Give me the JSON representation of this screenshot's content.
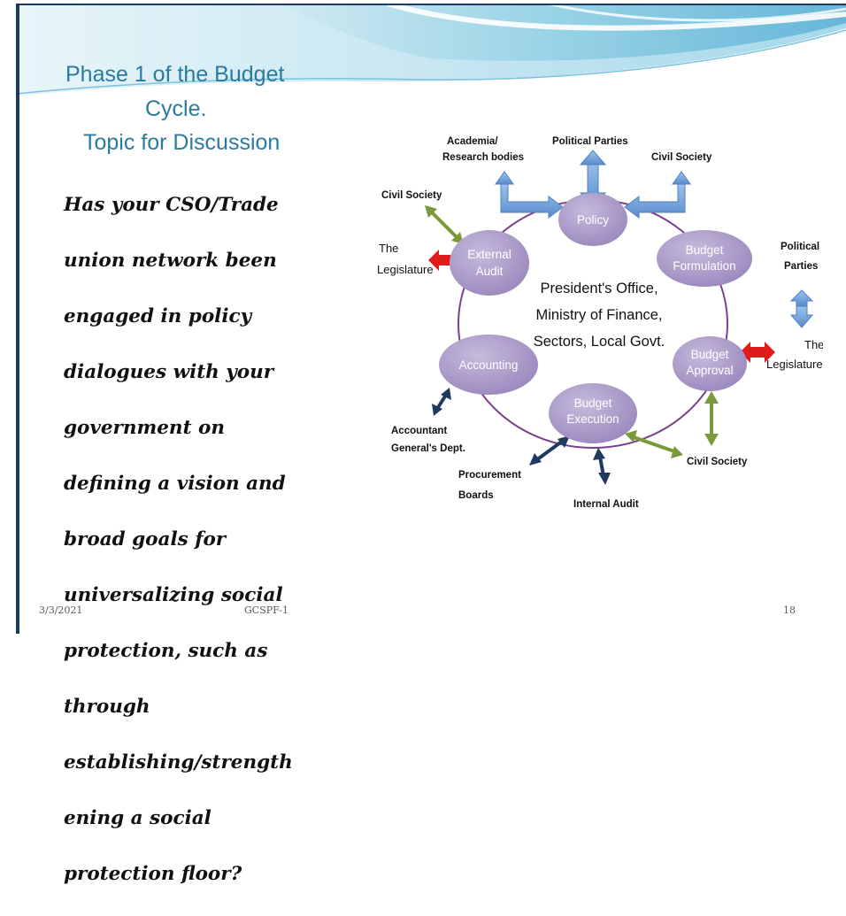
{
  "slide": {
    "title_lines": [
      "Phase 1 of the Budget",
      "Cycle.",
      "Topic for Discussion"
    ],
    "question": "Has your CSO/Trade union network been engaged in policy dialogues with your government on defining a vision and broad goals for universalizing social protection, such as through establishing/strengthening a social protection floor?",
    "question_lines": [
      "Has your CSO/Trade",
      "union network been",
      "engaged in policy",
      "dialogues with your",
      "government on",
      "defining a vision and",
      "broad goals for",
      "universalizing social",
      "protection, such as",
      "through",
      "establishing/strength",
      "ening a social",
      "protection floor?"
    ]
  },
  "diagram": {
    "center_text": [
      "President's Office,",
      "Ministry of Finance,",
      "Sectors, Local Govt."
    ],
    "nodes": {
      "policy": "Policy",
      "formulation": [
        "Budget",
        "Formulation"
      ],
      "approval": [
        "Budget",
        "Approval"
      ],
      "execution": [
        "Budget",
        "Execution"
      ],
      "accounting": "Accounting",
      "external_audit": [
        "External",
        "Audit"
      ]
    },
    "labels": {
      "academia": [
        "Academia/",
        "Research bodies"
      ],
      "political_parties_top": "Political Parties",
      "civil_society_top_right": "Civil Society",
      "civil_society_left": "Civil Society",
      "legislature_left": [
        "The",
        "Legislature"
      ],
      "political_parties_right": [
        "Political",
        "Parties"
      ],
      "legislature_right": [
        "The",
        "Legislature"
      ],
      "civil_society_bottom": "Civil Society",
      "accountant_general": [
        "Accountant",
        "General's Dept."
      ],
      "procurement": [
        "Procurement",
        "Boards"
      ],
      "internal_audit": "Internal Audit"
    },
    "colors": {
      "node_fill": "#a99ac6",
      "cycle_ring": "#7b3f8f",
      "blue_arrow": "#6a9bd6",
      "green_arrow": "#7a9a3a",
      "red_arrow": "#e01b1b",
      "navy_arrow": "#1f3a60"
    }
  },
  "footer": {
    "date": "3/3/2021",
    "center": "GCSPF-1",
    "page": "18"
  }
}
